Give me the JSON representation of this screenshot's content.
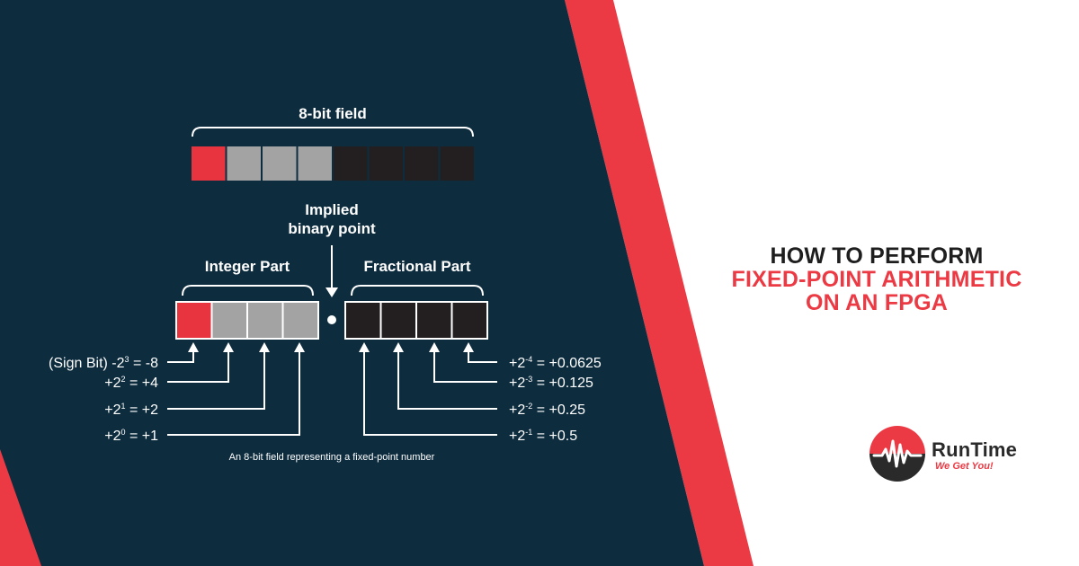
{
  "diagram": {
    "field_label": "8-bit field",
    "point_label_line1": "Implied",
    "point_label_line2": "binary point",
    "integer_label": "Integer Part",
    "fractional_label": "Fractional Part",
    "top_bit_colors": [
      "red",
      "gray",
      "gray",
      "gray",
      "black",
      "black",
      "black",
      "black"
    ],
    "integer_bit_colors": [
      "red",
      "gray",
      "gray",
      "gray"
    ],
    "fraction_bit_colors": [
      "black",
      "black",
      "black",
      "black"
    ],
    "left_rows": [
      {
        "prefix": "(Sign Bit) -2",
        "exp": "3",
        "suffix": " = -8"
      },
      {
        "prefix": "+2",
        "exp": "2",
        "suffix": " = +4"
      },
      {
        "prefix": "+2",
        "exp": "1",
        "suffix": " = +2"
      },
      {
        "prefix": "+2",
        "exp": "0",
        "suffix": " = +1"
      }
    ],
    "right_rows": [
      {
        "prefix": "+2",
        "exp": "-4",
        "suffix": " = +0.0625"
      },
      {
        "prefix": "+2",
        "exp": "-3",
        "suffix": " = +0.125"
      },
      {
        "prefix": "+2",
        "exp": "-2",
        "suffix": " = +0.25"
      },
      {
        "prefix": "+2",
        "exp": "-1",
        "suffix": " = +0.5"
      }
    ],
    "caption": "An 8-bit field representing a fixed-point number"
  },
  "headline": {
    "line1": "HOW TO PERFORM",
    "line2": "FIXED-POINT ARITHMETIC",
    "line3": "ON AN FPGA"
  },
  "brand": {
    "name": "RunTime",
    "tagline": "We Get You!",
    "logo_icon": "waveform-circle-icon"
  },
  "colors": {
    "navy": "#0d2c3e",
    "red": "#ec3a44",
    "bit_red": "#e8343f",
    "bit_gray": "#a3a3a3",
    "bit_black": "#231f20",
    "headline_dark": "#1e1e1e",
    "white": "#ffffff"
  }
}
